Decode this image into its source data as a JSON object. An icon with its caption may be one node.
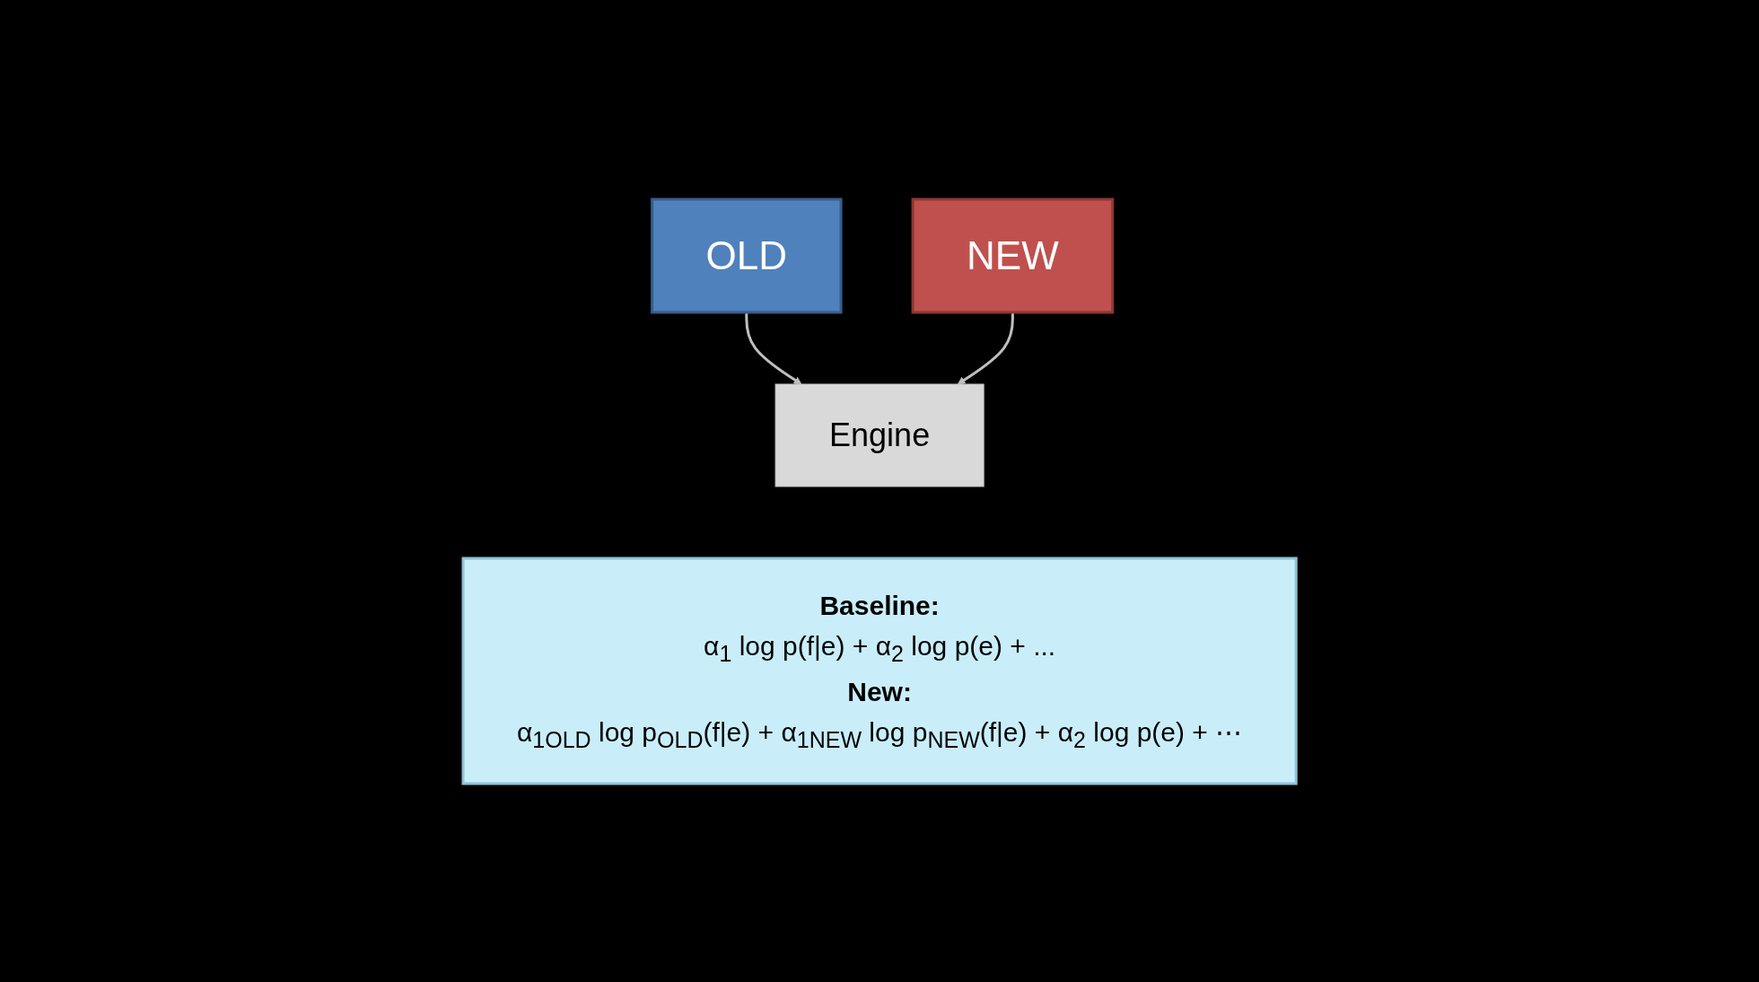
{
  "diagram": {
    "nodes": [
      {
        "text": [
          "OLD"
        ]
      },
      {
        "text": [
          "NEW"
        ]
      },
      {
        "text": [
          "Engine"
        ]
      },
      {
        "text": [
          "Baseline:",
          "α$_{1}$ log p(f|e) + α$_{2}$ log p(e) +  ...",
          "New:",
          "α$_{1OLD}$ log p$_{OLD}$(f|e) + α$_{1NEW}$ log p$_{NEW}$(f|e) + α$_{2}$ log p(e) + ⋯"
        ]
      }
    ],
    "edges": [
      {
        "from": 0,
        "to": 2,
        "arrow": "to"
      },
      {
        "from": 1,
        "to": 2,
        "arrow": "to"
      }
    ]
  }
}
